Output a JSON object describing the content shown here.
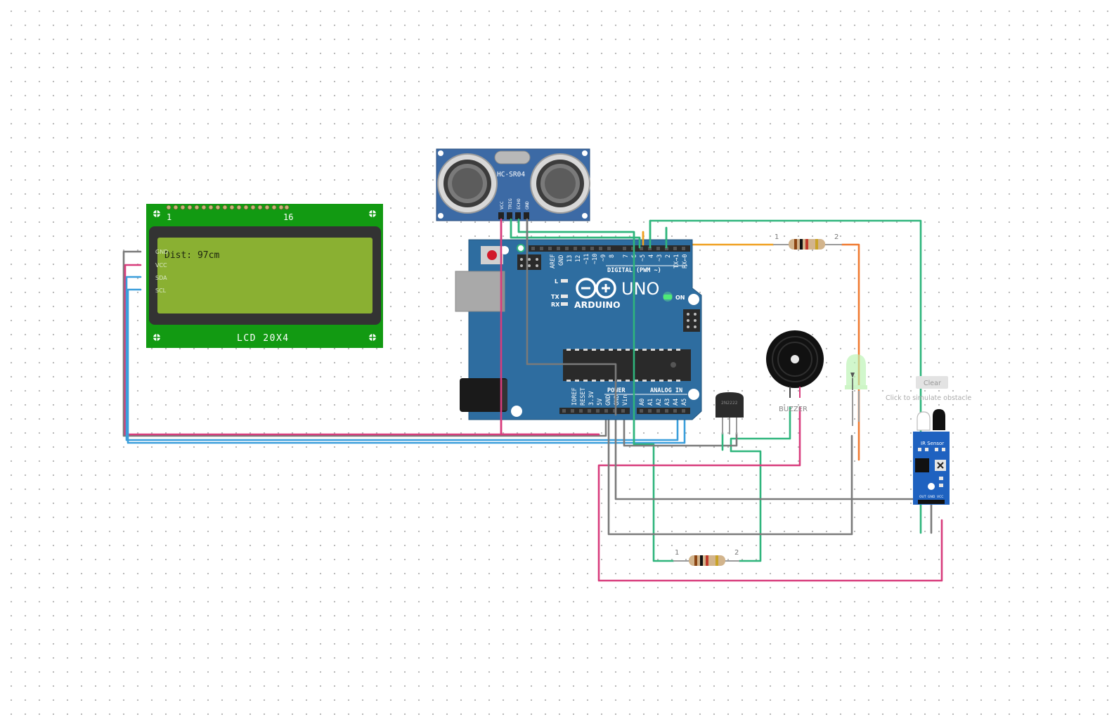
{
  "lcd": {
    "display_line_1": "Dist: 97cm",
    "model_label": "LCD 20X4",
    "pin_1": "1",
    "pin_16": "16",
    "pins": [
      "GND",
      "VCC",
      "SDA",
      "SCL"
    ]
  },
  "ultrasonic": {
    "label": "HC-SR04",
    "pins": [
      "VCC",
      "TRIG",
      "ECHO",
      "GND"
    ]
  },
  "arduino": {
    "brand": "ARDUINO",
    "model": "UNO",
    "digital_label": "DIGITAL (PWM ~)",
    "analog_label": "ANALOG IN",
    "power_label": "POWER",
    "on_label": "ON",
    "l_label": "L",
    "tx_label": "TX",
    "rx_label": "RX",
    "digital_pins": [
      "AREF",
      "GND",
      "13",
      "12",
      "~11",
      "~10",
      "~9",
      "8",
      "7",
      "~6",
      "~5",
      "4",
      "~3",
      "2",
      "TX→1",
      "RX←0"
    ],
    "power_pins": [
      "IOREF",
      "RESET",
      "3.3V",
      "5V",
      "GND",
      "GND",
      "Vin"
    ],
    "analog_pins": [
      "A0",
      "A1",
      "A2",
      "A3",
      "A4",
      "A5"
    ]
  },
  "resistor_top": {
    "pin_1": "1",
    "pin_2": "2"
  },
  "resistor_bottom": {
    "pin_1": "1",
    "pin_2": "2"
  },
  "transistor": {
    "label": "2N2222"
  },
  "buzzer": {
    "label": "BUZZER"
  },
  "ir_sensor": {
    "label": "IR Sensor",
    "clear_button": "Clear",
    "hint": "Click to simulate obstacle",
    "pins": [
      "OUT",
      "GND",
      "VCC"
    ]
  },
  "colors": {
    "board_blue": "#2e6da0",
    "lcd_green": "#129a12",
    "lcd_screen": "#8ab032",
    "wire_green": "#2fb57c",
    "wire_pink": "#d83c7c",
    "wire_blue": "#3a9edb",
    "wire_gray": "#7a7a7a",
    "wire_orange": "#f0a020"
  }
}
